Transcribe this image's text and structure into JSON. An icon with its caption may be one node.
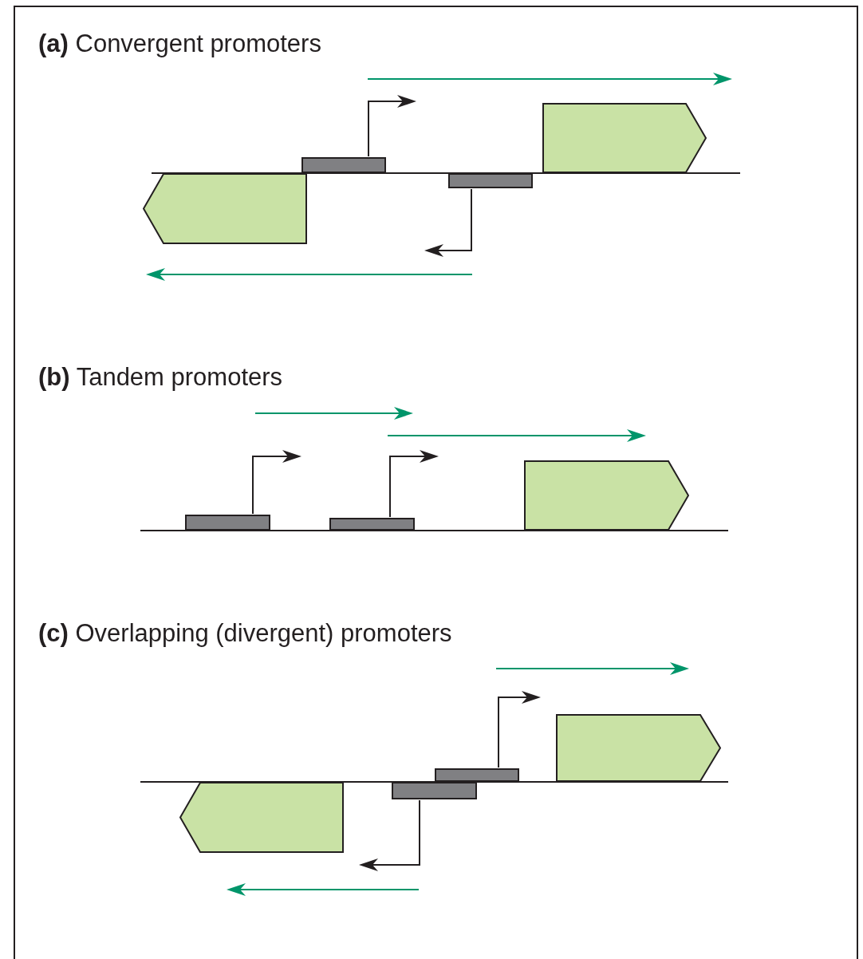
{
  "diagram": {
    "nodes": [
      {
        "text": [],
        "shape": "pentagon"
      },
      {
        "text": [],
        "shape": "bar"
      },
      {
        "text": [],
        "shape": "bar"
      },
      {
        "text": [],
        "shape": "pentagon"
      },
      {
        "text": [],
        "shape": "pentagon"
      },
      {
        "text": [],
        "shape": "bar"
      },
      {
        "text": [],
        "shape": "bar"
      },
      {
        "text": [],
        "shape": "pentagon"
      },
      {
        "text": [],
        "shape": "bar"
      },
      {
        "text": [],
        "shape": "bar"
      },
      {
        "text": [],
        "shape": "pentagon"
      }
    ],
    "edges": [
      {
        "from": 1,
        "to": null,
        "arrow": "to"
      },
      {
        "from": 2,
        "to": null,
        "arrow": "to"
      },
      {
        "from": 5,
        "to": null,
        "arrow": "to"
      },
      {
        "from": 6,
        "to": null,
        "arrow": "to"
      },
      {
        "from": 8,
        "to": null,
        "arrow": "to"
      },
      {
        "from": 9,
        "to": null,
        "arrow": "to"
      }
    ],
    "labels": [
      "**(a)** Convergent promoters",
      "**(b)** Tandem promoters",
      "**(c)** Overlapping (divergent) promoters"
    ]
  }
}
